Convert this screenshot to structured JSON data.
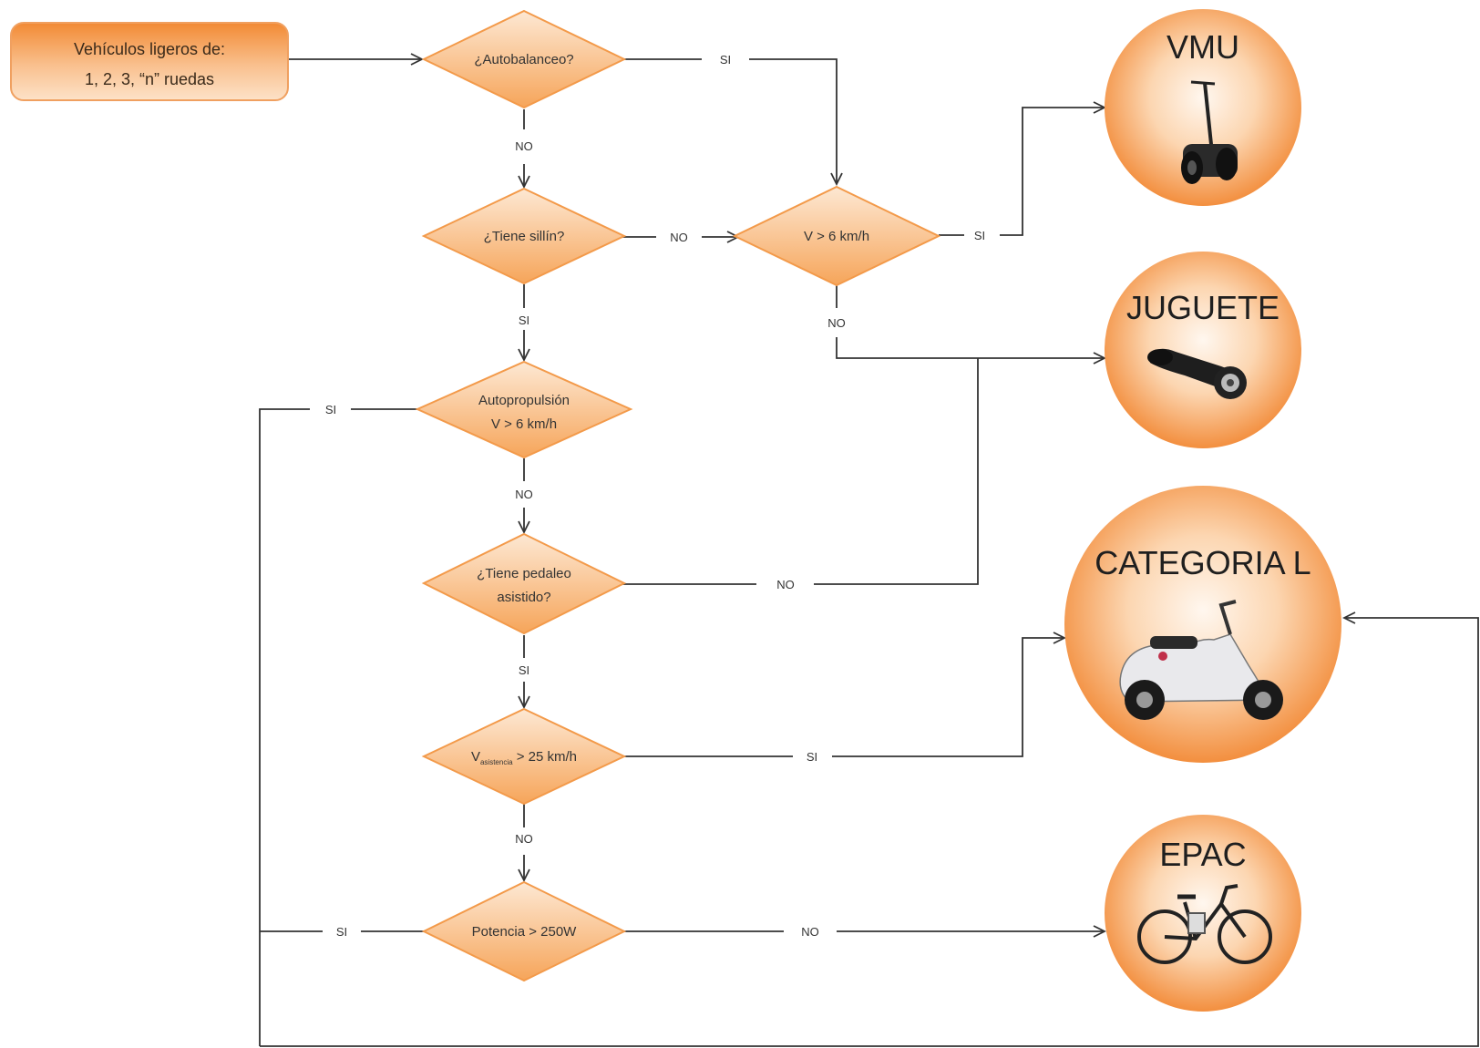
{
  "start": {
    "line1": "Vehículos ligeros de:",
    "line2": "1, 2, 3, “n” ruedas"
  },
  "decisions": {
    "autobalanceo": "¿Autobalanceo?",
    "sillin": "¿Tiene sillín?",
    "vel6_a": "V > 6 km/h",
    "autoprop_line1": "Autopropulsión",
    "autoprop_line2": "V > 6 km/h",
    "pedaleo_line1": "¿Tiene pedaleo",
    "pedaleo_line2": "asistido?",
    "vasist_main": "V",
    "vasist_sub": "asistencia",
    "vasist_rest": " > 25 km/h",
    "potencia": "Potencia > 250W"
  },
  "edges": {
    "si_1": "SI",
    "no_1": "NO",
    "no_2": "NO",
    "si_2": "SI",
    "si_3": "SI",
    "no_3": "NO",
    "si_4": "SI",
    "no_4": "NO",
    "no_5": "NO",
    "si_5": "SI",
    "si_6": "SI",
    "no_6": "NO",
    "si_7": "SI",
    "no_7": "NO"
  },
  "results": {
    "vmu": "VMU",
    "juguete": "JUGUETE",
    "categoria_l": "CATEGORIA L",
    "epac": "EPAC"
  },
  "colors": {
    "orange_dark": "#f08a2a",
    "orange_light": "#fde6cf",
    "line": "#333333"
  },
  "icons": {
    "vmu": "segway-icon",
    "juguete": "hoverboard-icon",
    "categoria_l": "scooter-icon",
    "epac": "ebike-icon"
  }
}
